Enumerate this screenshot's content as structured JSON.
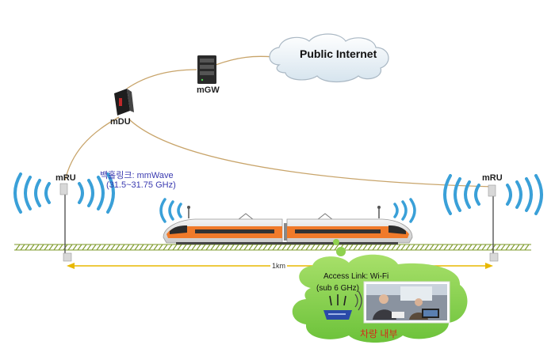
{
  "labels": {
    "internet": "Public Internet",
    "mgw": "mGW",
    "mdu": "mDU",
    "mru_left": "mRU",
    "mru_right": "mRU",
    "backhaul_title": "백홀링크: mmWave",
    "backhaul_band": "(31.5~31.75 GHz)",
    "distance": "1km",
    "access_title": "Access Link: Wi-Fi",
    "access_band": "(sub 6 GHz)",
    "vehicle_inside": "차량 내부"
  },
  "colors": {
    "link_line": "#c8a46a",
    "signal_wave": "#3aa0d8",
    "ground_stripe": "#7d9a2a",
    "distance_line": "#e8b800",
    "access_cloud": "#8fd14f",
    "train_orange": "#f07a2a",
    "server_dark": "#2a2a2a",
    "router_blue": "#2a4aa8"
  },
  "icons": [
    "cloud-icon",
    "server-icon",
    "mdu-device-icon",
    "antenna-icon",
    "signal-wave-icon",
    "train-icon",
    "router-icon",
    "passenger-photo-icon"
  ]
}
